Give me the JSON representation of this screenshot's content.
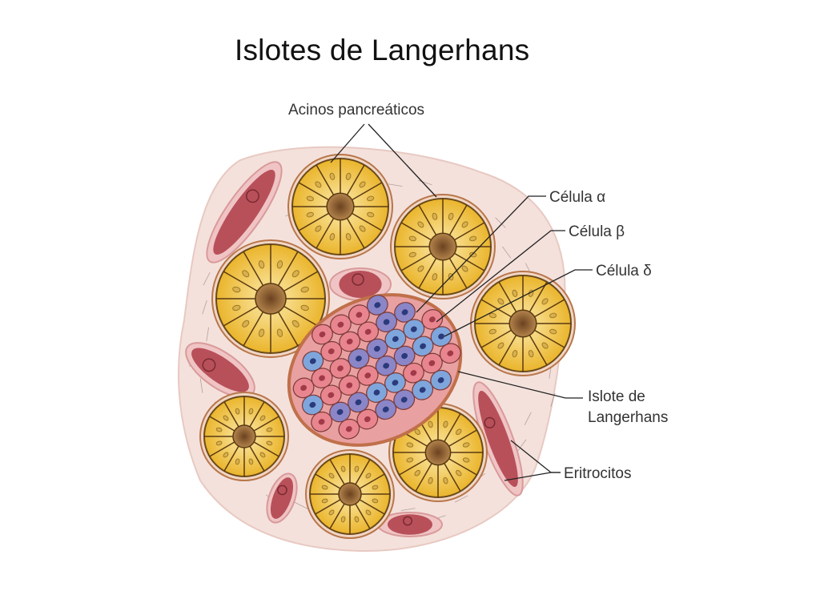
{
  "slide": {
    "title": "Islotes de Langerhans"
  },
  "diagram": {
    "labels": {
      "acini": "Acinos pancreáticos",
      "alpha": "Célula α",
      "beta": "Célula β",
      "delta": "Célula δ",
      "islet_line1": "Islote de",
      "islet_line2": "Langerhans",
      "erythrocytes": "Eritrocitos"
    },
    "colors": {
      "tissue": "#f4e1dc",
      "acinus": "#f2c54e",
      "acinus_lumen": "#8a5a2a",
      "vessel": "#b8505a",
      "alpha_cell": "#e9858e",
      "beta_cell": "#8a86c8",
      "delta_cell": "#7fa6dc"
    }
  }
}
